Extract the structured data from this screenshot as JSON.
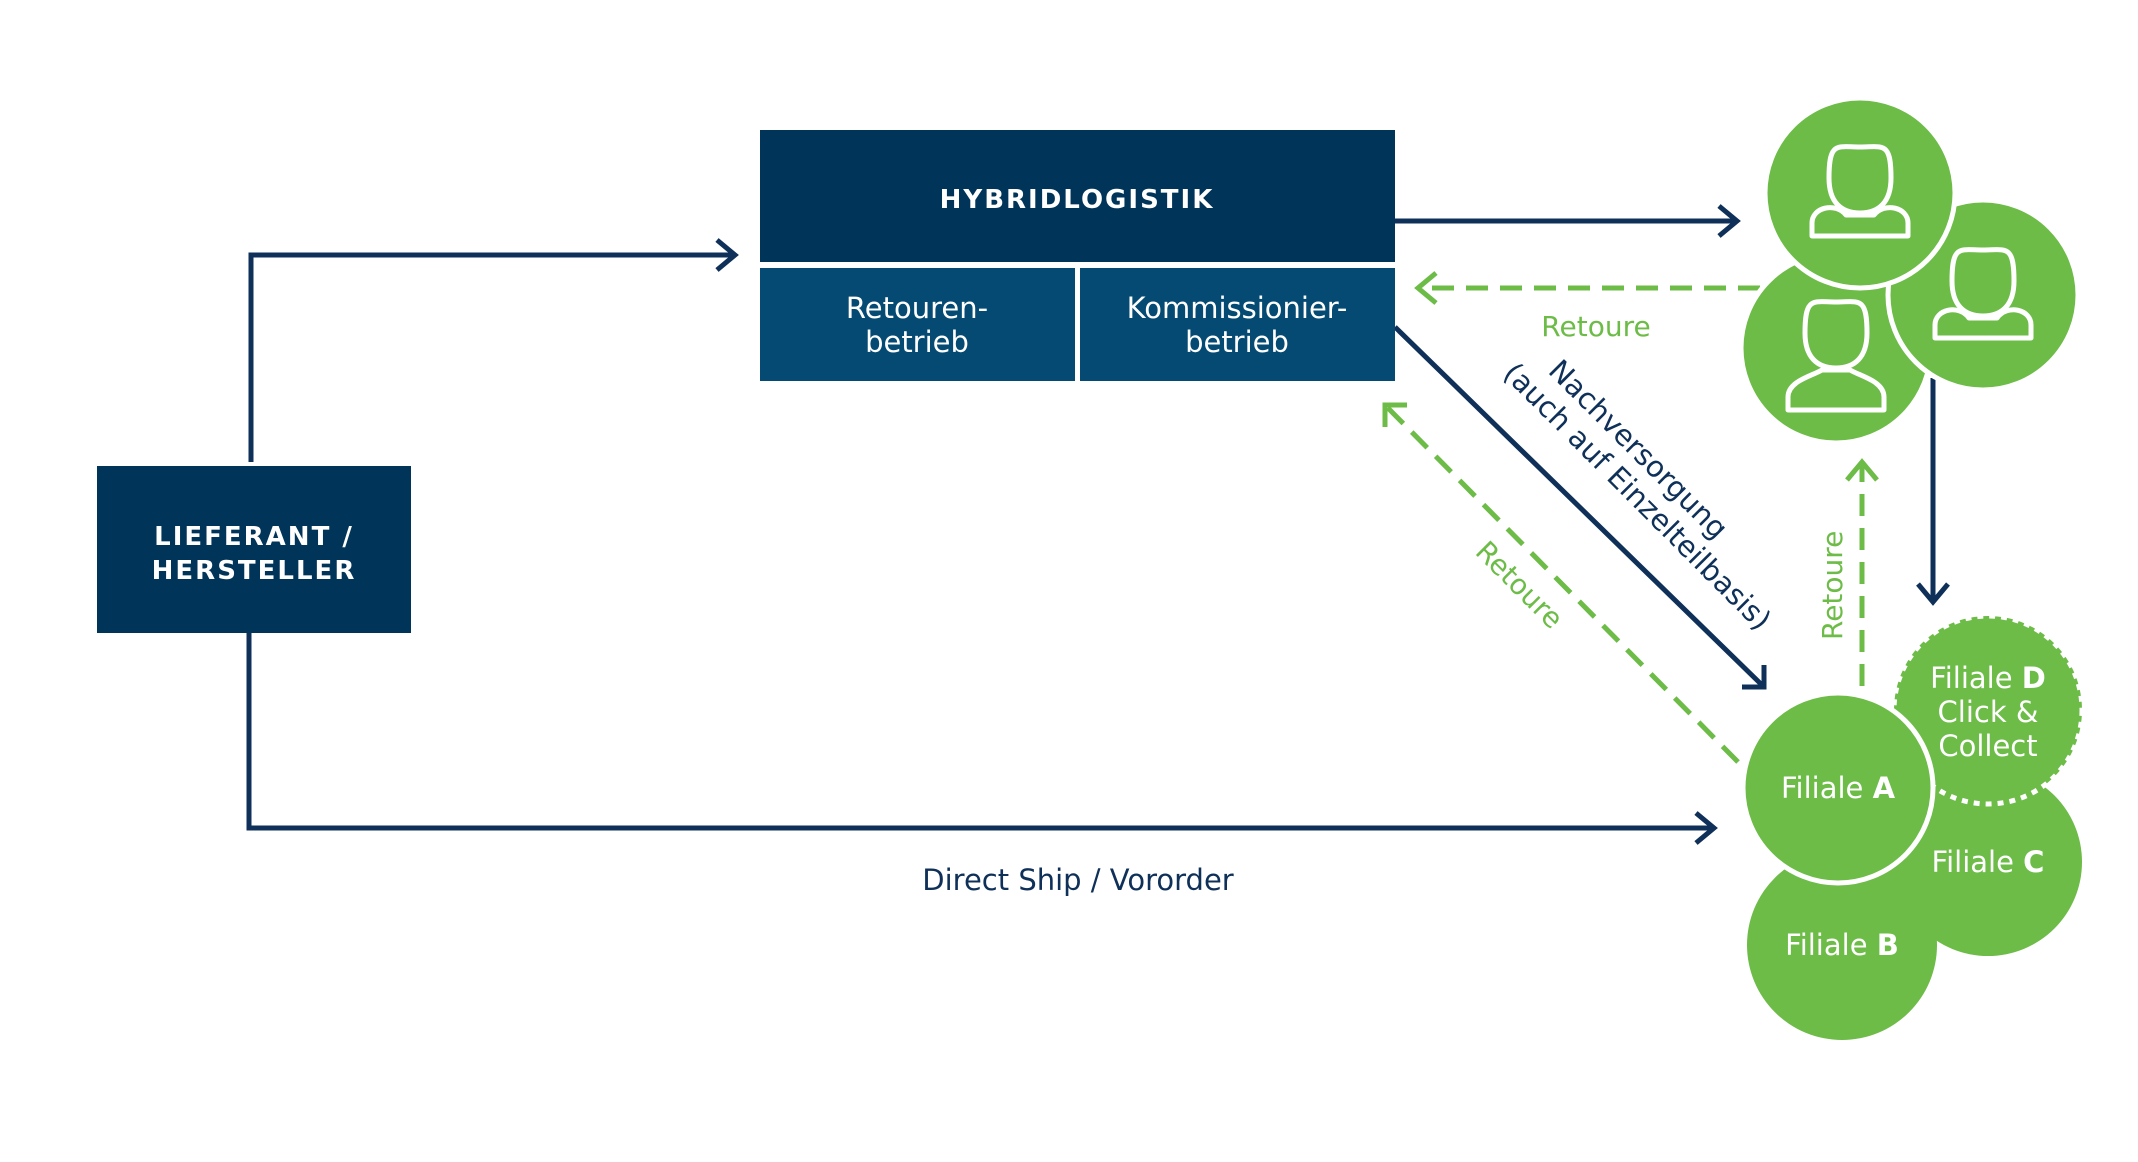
{
  "colors": {
    "navy": "#003459",
    "navy_mid": "#044a73",
    "arrow_navy": "#0f3058",
    "green": "#6cbc47",
    "white": "#ffffff"
  },
  "hybridlogistik": {
    "title": "HYBRIDLOGISTIK",
    "retouren_line1": "Retouren-",
    "retouren_line2": "betrieb",
    "kommission_line1": "Kommissionier-",
    "kommission_line2": "betrieb"
  },
  "lieferant": {
    "line1": "LIEFERANT /",
    "line2": "HERSTELLER"
  },
  "labels": {
    "retoure": "Retoure",
    "nachversorgung_line1": "Nachversorgung",
    "nachversorgung_line2": "(auch auf Einzelteilbasis)",
    "direct_ship": "Direct Ship / Vororder"
  },
  "customers": {
    "icons": [
      "user-icon",
      "user-icon",
      "user-icon"
    ]
  },
  "filialen": {
    "a_prefix": "Filiale ",
    "a_letter": "A",
    "b_prefix": "Filiale ",
    "b_letter": "B",
    "c_prefix": "Filiale ",
    "c_letter": "C",
    "d_prefix": "Filiale ",
    "d_letter": "D",
    "d_line2": "Click &",
    "d_line3": "Collect"
  }
}
